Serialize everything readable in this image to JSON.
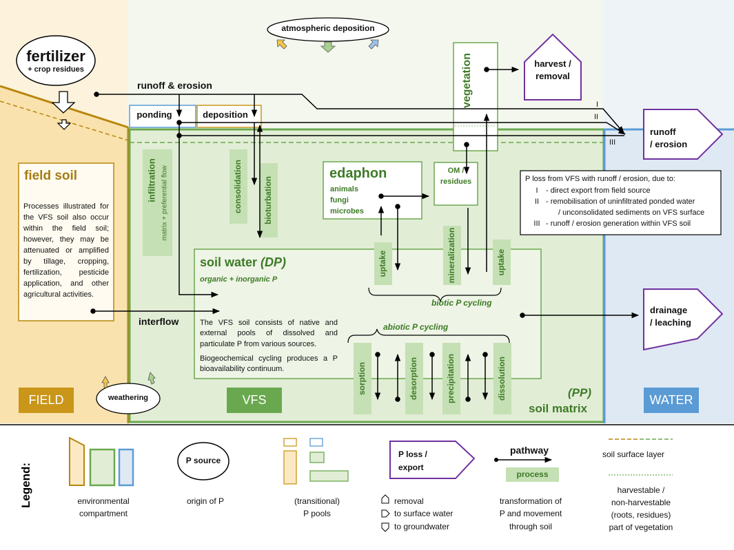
{
  "zones": {
    "field": "FIELD",
    "vfs": "VFS",
    "water": "WATER"
  },
  "sources": {
    "atmospheric": "atmospheric deposition",
    "fertilizer": "fertilizer",
    "fertilizer_sub": "+ crop residues",
    "weathering": "weathering"
  },
  "pathways": {
    "runoff_erosion": "runoff & erosion",
    "interflow": "interflow",
    "roman_1": "I",
    "roman_2": "II",
    "roman_3": "III"
  },
  "pools": {
    "ponding": "ponding",
    "deposition": "deposition",
    "vegetation": "vegetation",
    "edaphon": "edaphon",
    "edaphon_items": [
      "animals",
      "fungi",
      "microbes"
    ],
    "om_residues": [
      "OM /",
      "residues"
    ],
    "soil_water": "soil water ",
    "soil_water_dp": "(DP)",
    "soil_water_sub": "organic + inorganic P",
    "soil_water_text": "The VFS soil consists of native and external pools of dissolved and particulate P from various sources.",
    "soil_water_text2": "Biogeochemical cycling produces a P bioavailability continuum.",
    "pp": "(PP)",
    "soil_matrix": "soil matrix"
  },
  "processes": {
    "infiltration": "infiltration",
    "infiltration_sub": "matrix + preferential flow",
    "consolidation": "consolidation",
    "bioturbation": "bioturbation",
    "uptake_left": "uptake",
    "mineralization": "mineralization",
    "uptake_right": "uptake",
    "biotic_cycling": "biotic P cycling",
    "abiotic_cycling": "abiotic P cycling",
    "sorption": "sorption",
    "desorption": "desorption",
    "precipitation": "precipitation",
    "dissolution": "dissolution"
  },
  "field_soil": {
    "title": "field soil",
    "text": "Processes illustrated for the VFS soil also occur within the field soil; however, they may be attenuated or amplified by tillage, cropping, fertilization, pesticide application, and other agricultural activities."
  },
  "losses": {
    "harvest": [
      "harvest /",
      "removal"
    ],
    "runoff": [
      "runoff",
      "/ erosion"
    ],
    "drainage": [
      "drainage",
      "/ leaching"
    ]
  },
  "loss_note": {
    "title": "P loss from VFS with runoff / erosion, due to:",
    "items": [
      {
        "num": "I",
        "text": "- direct export from field source"
      },
      {
        "num": "II",
        "text": "- remobilisation of uninfiltrated ponded water"
      },
      {
        "num": "",
        "text": "/ unconsolidated sediments on VFS surface"
      },
      {
        "num": "III",
        "text": "- runoff / erosion generation within VFS soil"
      }
    ]
  },
  "legend": {
    "title": "Legend:",
    "p_source": "P source",
    "p_loss": [
      "P loss /",
      "export"
    ],
    "pathway": "pathway",
    "process": "process",
    "soil_surface": "soil surface layer",
    "captions": {
      "compartment": [
        "environmental",
        "compartment"
      ],
      "origin": [
        "origin of P"
      ],
      "pools": [
        "(transitional)",
        "P pools"
      ],
      "losses": [
        "removal",
        "to surface water",
        "to groundwater"
      ],
      "transformation": [
        "transformation of",
        "P and movement",
        "through soil"
      ],
      "vegetation": [
        "harvestable /",
        "non-harvestable",
        "(roots, residues)",
        "part of vegetation"
      ]
    }
  },
  "colors": {
    "field_brown": "#b8860b",
    "vfs_green": "#6aa84f",
    "water_blue": "#5b9bd5",
    "loss_purple": "#7030a0",
    "process_fill": "#c5e0b4",
    "field_bg": "#fdf3dc",
    "vfs_bg": "#eaf1e2",
    "water_bg": "#dde8f4"
  }
}
